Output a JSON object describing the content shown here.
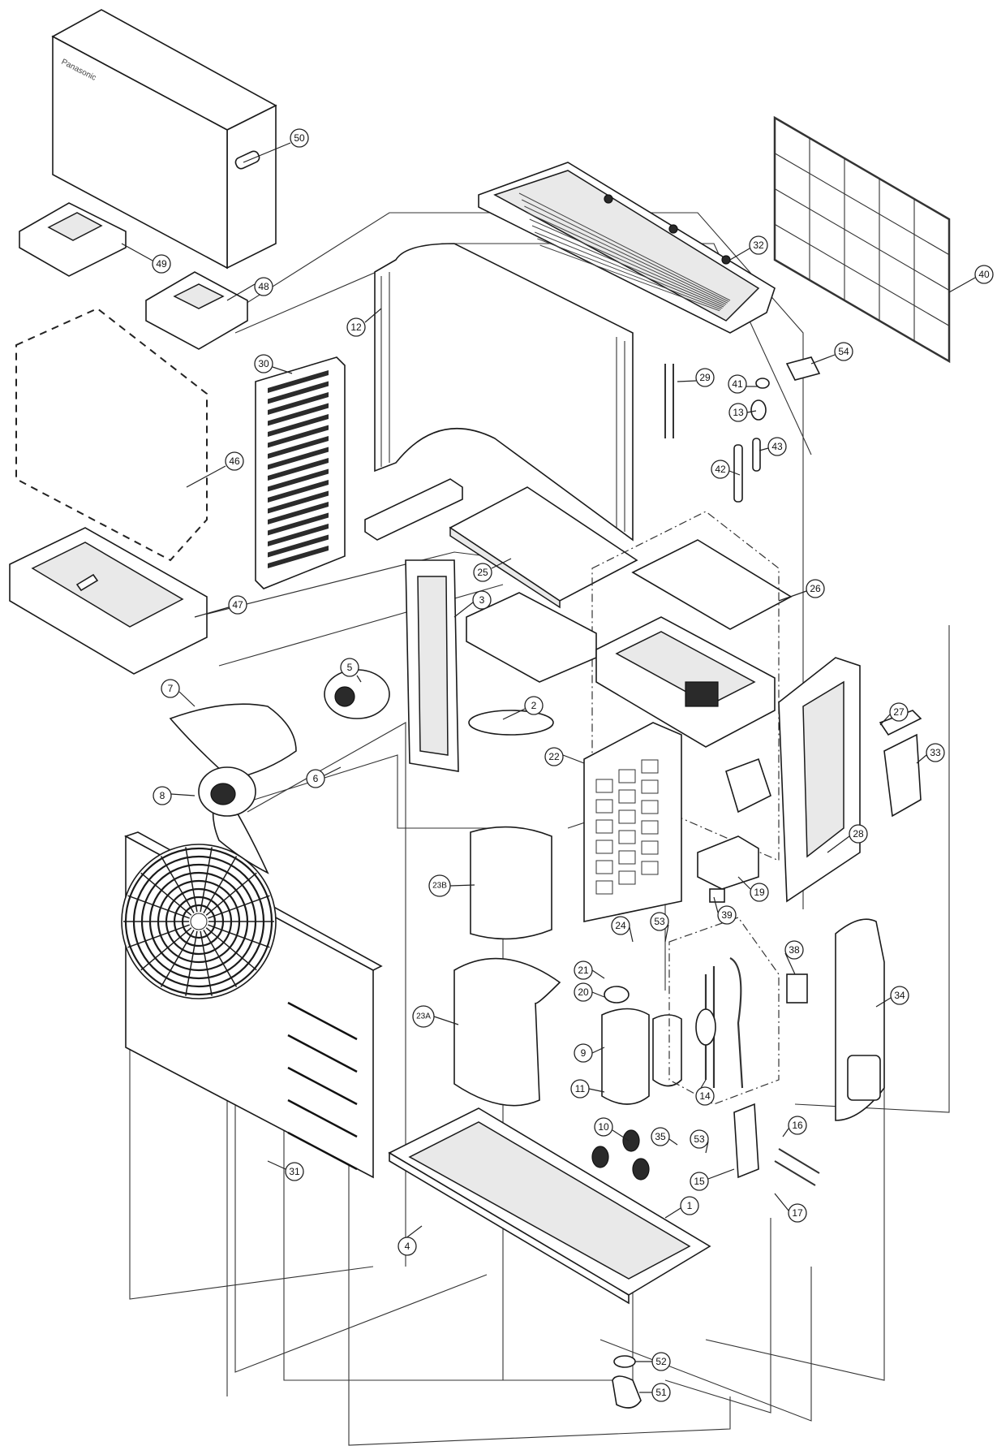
{
  "brand_label": "Panasonic",
  "callouts": {
    "c1": "1",
    "c2": "2",
    "c3": "3",
    "c4": "4",
    "c5": "5",
    "c6": "6",
    "c7": "7",
    "c8": "8",
    "c9": "9",
    "c10": "10",
    "c11": "11",
    "c12": "12",
    "c13": "13",
    "c14": "14",
    "c15": "15",
    "c16": "16",
    "c17": "17",
    "c19": "19",
    "c20": "20",
    "c21": "21",
    "c22": "22",
    "c23a": "23A",
    "c23b": "23B",
    "c24": "24",
    "c25": "25",
    "c26": "26",
    "c27": "27",
    "c28": "28",
    "c29": "29",
    "c30": "30",
    "c31": "31",
    "c32": "32",
    "c33": "33",
    "c34": "34",
    "c35": "35",
    "c38": "38",
    "c39": "39",
    "c40": "40",
    "c41": "41",
    "c42": "42",
    "c43": "43",
    "c46": "46",
    "c47": "47",
    "c48": "48",
    "c49": "49",
    "c50": "50",
    "c51": "51",
    "c52": "52",
    "c53a": "53",
    "c53b": "53",
    "c54": "54"
  }
}
